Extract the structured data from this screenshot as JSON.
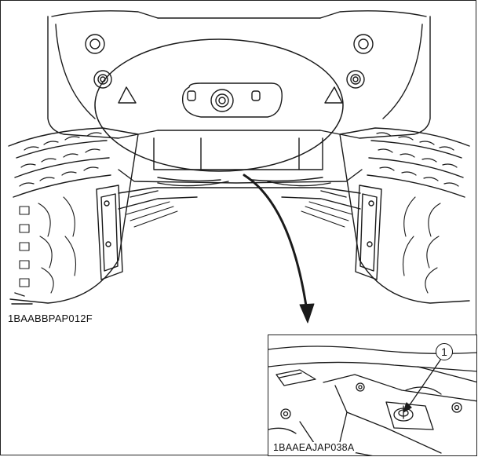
{
  "figure": {
    "main_code": "1BAABBPAP012F",
    "inset_code": "1BAAEAJAP038A",
    "callout_label": "1"
  },
  "colors": {
    "line": "#1a1a1a",
    "background": "#ffffff"
  },
  "icons": [
    "excavator-rear-illustration",
    "detail-magnifier-ellipse",
    "pointer-arrow",
    "callout-circle"
  ]
}
